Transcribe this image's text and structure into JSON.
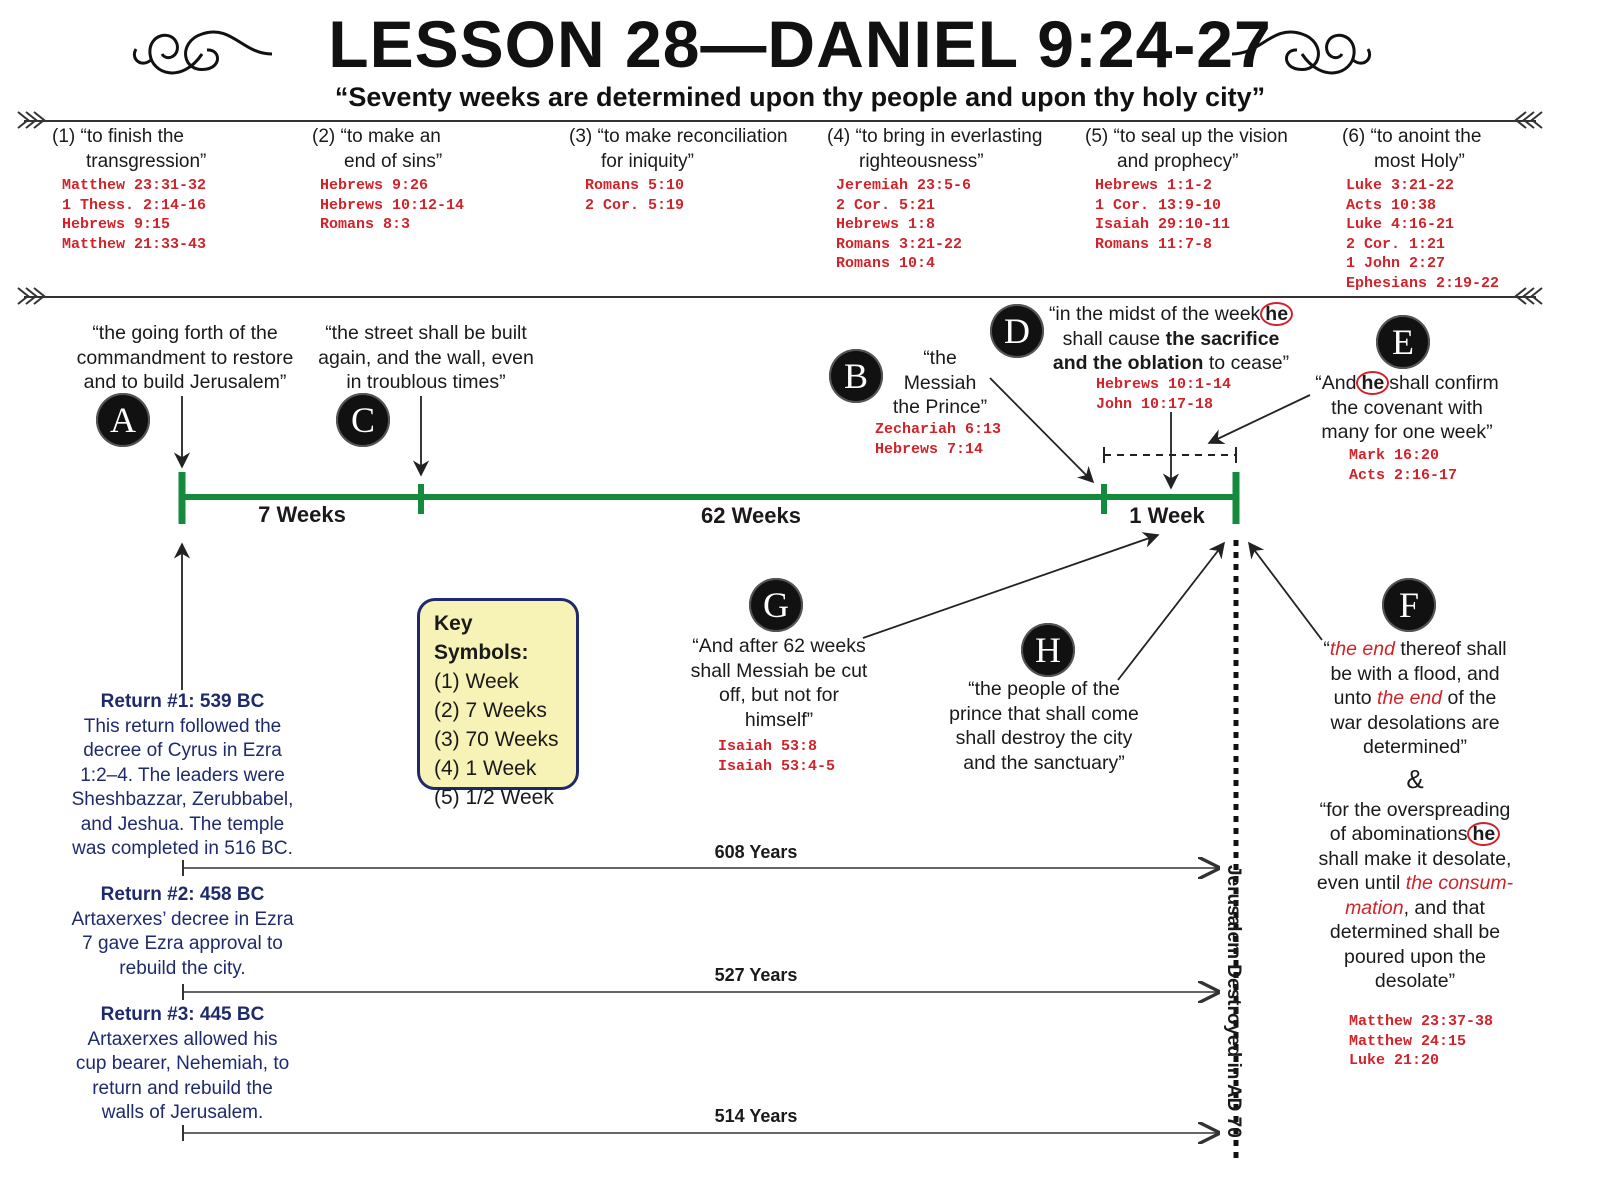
{
  "title": "LESSON 28—DANIEL 9:24-27",
  "subtitle": "“Seventy weeks are determined upon thy people and upon thy holy city”",
  "purposes": [
    {
      "line1": "(1) “to finish the",
      "line2": "transgression”",
      "refs": [
        "Matthew 23:31-32",
        "1 Thess. 2:14-16",
        "Hebrews 9:15",
        "Matthew 21:33-43"
      ]
    },
    {
      "line1": "(2) “to make an",
      "line2": "end of sins”",
      "refs": [
        "Hebrews 9:26",
        "Hebrews 10:12-14",
        "Romans 8:3"
      ]
    },
    {
      "line1": "(3) “to make reconciliation",
      "line2": "for iniquity”",
      "refs": [
        "Romans 5:10",
        "2 Cor. 5:19"
      ]
    },
    {
      "line1": "(4) “to bring in everlasting",
      "line2": "righteousness”",
      "refs": [
        "Jeremiah 23:5-6",
        "2 Cor. 5:21",
        "Hebrews 1:8",
        "Romans 3:21-22",
        "Romans 10:4"
      ]
    },
    {
      "line1": "(5) “to seal up the vision",
      "line2": "and prophecy”",
      "refs": [
        "Hebrews 1:1-2",
        "1 Cor. 13:9-10",
        "Isaiah 29:10-11",
        "Romans 11:7-8"
      ]
    },
    {
      "line1": "(6) “to anoint the",
      "line2": "most Holy”",
      "refs": [
        "Luke 3:21-22",
        "Acts 10:38",
        "Luke 4:16-21",
        "2 Cor. 1:21",
        "1 John 2:27",
        "Ephesians 2:19-22"
      ]
    }
  ],
  "markers": {
    "A": {
      "letter": "A",
      "quote": [
        "“the going forth of the",
        "commandment to restore",
        "and to build Jerusalem”"
      ]
    },
    "C": {
      "letter": "C",
      "quote": [
        "“the street shall be built",
        "again, and the wall, even",
        "in troublous times”"
      ]
    },
    "B": {
      "letter": "B",
      "quote": [
        "“the",
        "Messiah",
        "the Prince”"
      ],
      "refs": [
        "Zechariah 6:13",
        "Hebrews 7:14"
      ]
    },
    "D": {
      "letter": "D",
      "quote_1": "“in the midst of the week",
      "he": "he",
      "quote_2": "shall cause",
      "quote_3": "the sacrifice",
      "quote_4": "and the oblation",
      "quote_5": "to cease”",
      "refs": [
        "Hebrews 10:1-14",
        "John 10:17-18"
      ]
    },
    "E": {
      "letter": "E",
      "quote_1": "“And",
      "he": "he",
      "quote_2": "shall confirm",
      "quote_3": "the covenant with",
      "quote_4": "many for one week”",
      "refs": [
        "Mark 16:20",
        "Acts 2:16-17"
      ]
    },
    "G": {
      "letter": "G",
      "quote": [
        "“And after 62 weeks",
        "shall Messiah be cut",
        "off, but not for",
        "himself”"
      ],
      "refs": [
        "Isaiah 53:8",
        "Isaiah 53:4-5"
      ]
    },
    "H": {
      "letter": "H",
      "quote": [
        "“the people of the",
        "prince that shall come",
        "shall destroy the city",
        "and the sanctuary”"
      ]
    },
    "F": {
      "letter": "F",
      "q1a": "“",
      "q1b": "the end",
      "q1c": " thereof shall",
      "q2": "be with a flood, and",
      "q3a": "unto ",
      "q3b": "the end",
      "q3c": " of the",
      "q4": "war desolations are",
      "q5": "determined”",
      "amp": "&",
      "q6": "“for the overspreading",
      "q7a": "of abominations",
      "he": "he",
      "q8": "shall make it desolate,",
      "q9a": "even until ",
      "q9b": "the consum-",
      "q10a": "mation",
      "q10b": ", and that",
      "q11": "determined shall be",
      "q12": "poured upon the",
      "q13": "desolate”",
      "refs": [
        "Matthew 23:37-38",
        "Matthew 24:15",
        "Luke 21:20"
      ]
    }
  },
  "timeline": {
    "seg1": "7 Weeks",
    "seg2": "62 Weeks",
    "seg3": "1 Week",
    "color": "#138a3c"
  },
  "key": {
    "title": "Key Symbols:",
    "items": [
      "(1) Week",
      "(2) 7 Weeks",
      "(3) 70 Weeks",
      "(4) 1 Week",
      "(5) 1/2 Week"
    ]
  },
  "returns": [
    {
      "title": "Return #1: 539 BC",
      "lines": [
        "This return followed the",
        "decree of Cyrus in Ezra",
        "1:2–4.  The leaders were",
        "Sheshbazzar, Zerubbabel,",
        "and Jeshua.  The temple",
        "was completed in 516 BC."
      ],
      "years": "608 Years"
    },
    {
      "title": "Return #2: 458 BC",
      "lines": [
        "Artaxerxes’ decree in Ezra",
        "7 gave Ezra approval to",
        "rebuild the city."
      ],
      "years": "527 Years"
    },
    {
      "title": "Return #3: 445 BC",
      "lines": [
        "Artaxerxes allowed his",
        "cup bearer, Nehemiah, to",
        "return and rebuild the",
        "walls of Jerusalem."
      ],
      "years": "514 Years"
    }
  ],
  "destroyed": "Jerusalem Destroyed in AD 70",
  "colors": {
    "ref_red": "#d0232a",
    "return_blue": "#1f2a6d",
    "key_bg": "#f7f2b6"
  }
}
